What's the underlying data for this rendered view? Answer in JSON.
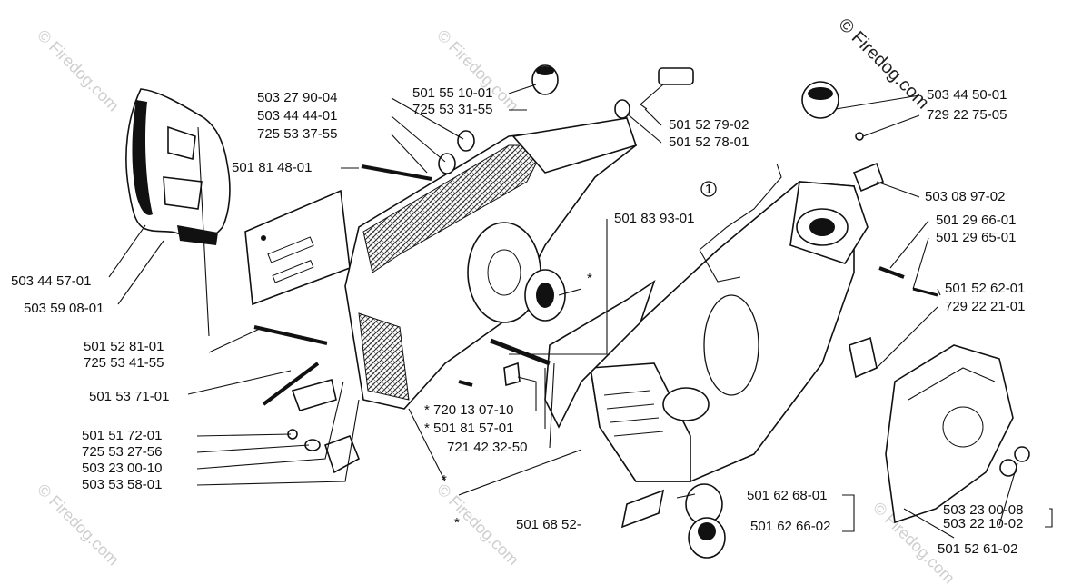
{
  "watermark": {
    "text": "© Firedog.com",
    "faint_text": "© Firedog.com"
  },
  "labels": {
    "l503279004": "503 27 90-04",
    "l503444401": "503 44 44-01",
    "l725533755": "725 53 37-55",
    "l501814801": "501 81 48-01",
    "l501551001": "501 55 10-01",
    "l725533155": "725 53 31-55",
    "l501527902": "501 52 79-02",
    "l501527801": "501 52 78-01",
    "l503445001": "503 44 50-01",
    "l729227505": "729 22 75-05",
    "l503089702": "503 08 97-02",
    "l501296601": "501 29 66-01",
    "l501296501": "501 29 65-01",
    "l501526201": "501 52 62-01",
    "l729222101": "729 22 21-01",
    "l501839301": "501 83 93-01",
    "l503445701": "503 44 57-01",
    "l503590801": "503 59 08-01",
    "l501528101": "501 52 81-01",
    "l725534155": "725 53 41-55",
    "l501537101": "501 53 71-01",
    "l720130710": "* 720 13 07-10",
    "l501815701": "* 501 81 57-01",
    "l721423250": "721 42 32-50",
    "l501517201": "501 51 72-01",
    "l725532756": "725 53 27-56",
    "l503230010": "503 23 00-10",
    "l503535801": "503 53 58-01",
    "l5016852": "501 68 52-",
    "l501626801": "501 62 68-01",
    "l501626602": "501 62 66-02",
    "l503230008": "503 23 00-08",
    "l503221002": "503 22 10-02",
    "l501526102": "501 52 61-02",
    "star1": "*",
    "star2": "*",
    "star3": "*",
    "callout1": "1"
  }
}
